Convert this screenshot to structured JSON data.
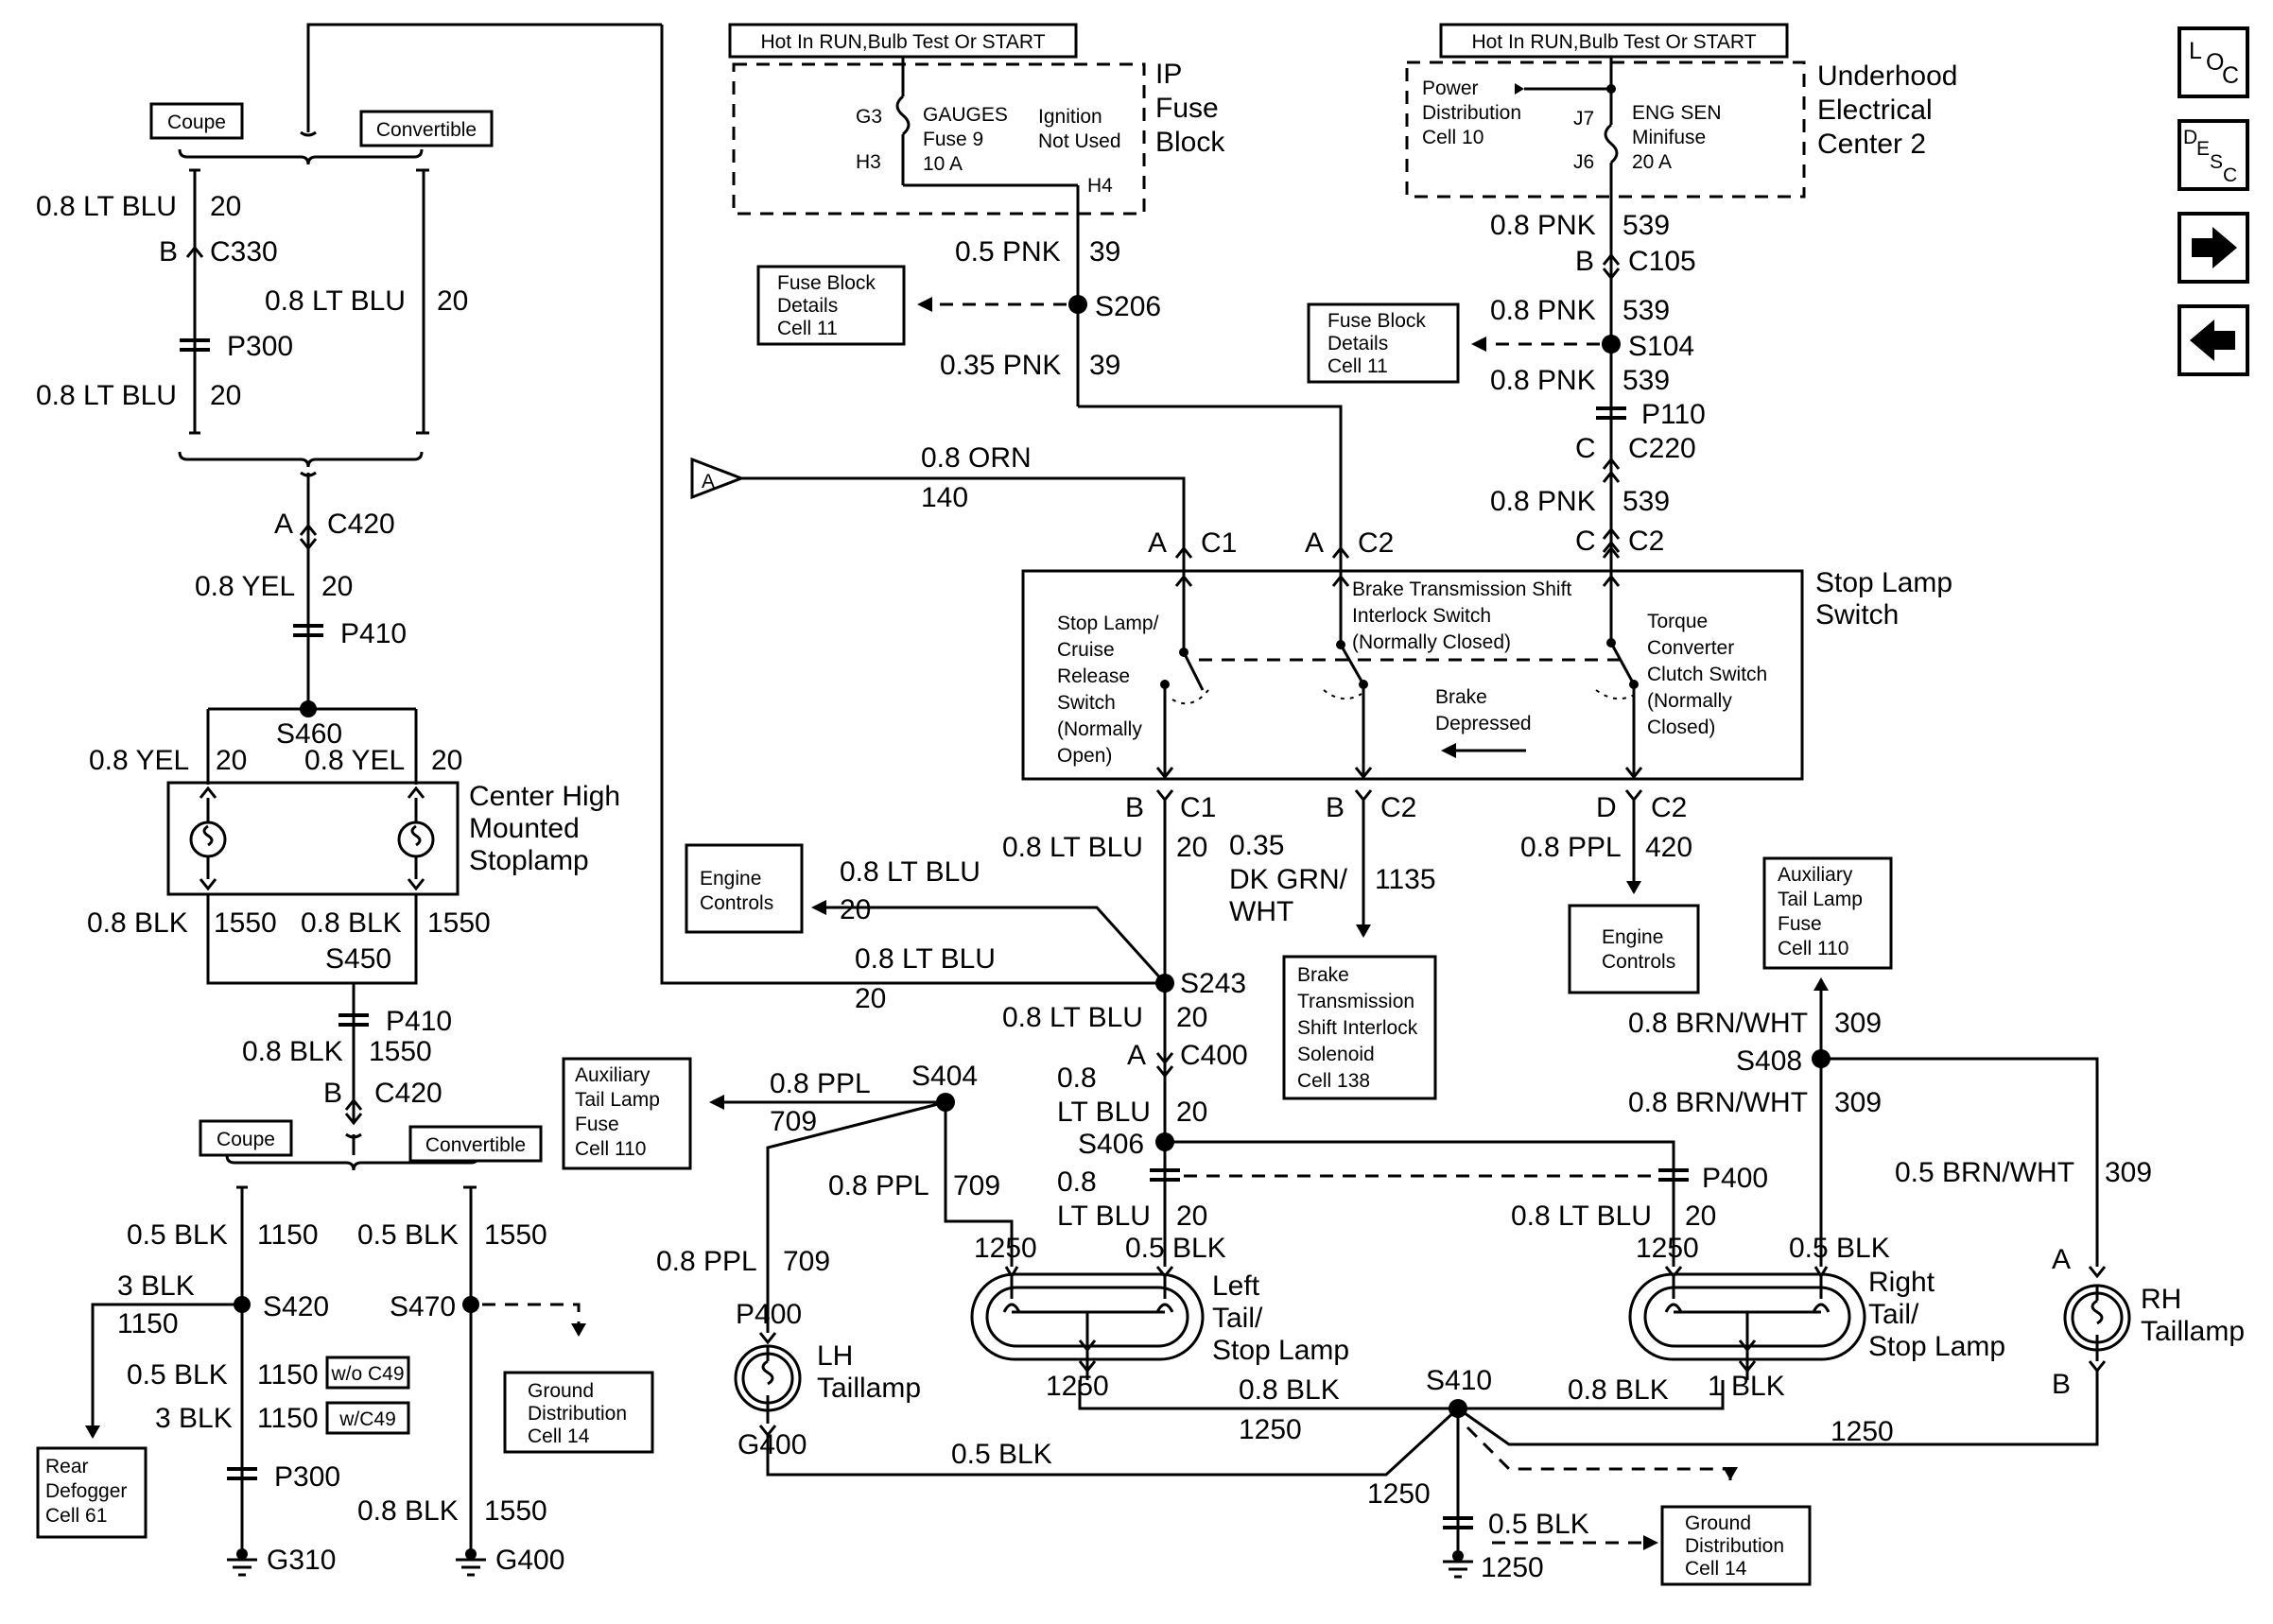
{
  "hot_run_left": "Hot In RUN,Bulb Test Or START",
  "hot_run_right": "Hot In RUN,Bulb Test Or START",
  "ip_fuse_block": [
    "IP",
    "Fuse",
    "Block"
  ],
  "underhood": [
    "Underhood",
    "Electrical",
    "Center 2"
  ],
  "gauges_fuse": {
    "pin_in": "G3",
    "pin_out": "H3",
    "lines": [
      "GAUGES",
      "Fuse 9",
      "10 A"
    ]
  },
  "ignition_not_used": [
    "Ignition",
    "Not Used"
  ],
  "h4": "H4",
  "power_dist": [
    "Power",
    "Distribution",
    "Cell 10"
  ],
  "eng_sen": {
    "pin_in": "J7",
    "pin_out": "J6",
    "lines": [
      "ENG SEN",
      "Minifuse",
      "20 A"
    ]
  },
  "nav_buttons": {
    "loc": "LOC",
    "desc": "DESC",
    "next": "➡",
    "prev": "⬅"
  },
  "refs": {
    "fb_left": [
      "Fuse Block",
      "Details",
      "Cell 11"
    ],
    "fb_right": [
      "Fuse Block",
      "Details",
      "Cell 11"
    ],
    "engine_left": [
      "Engine",
      "Controls"
    ],
    "engine_right": [
      "Engine",
      "Controls"
    ],
    "aux_tail_left": [
      "Auxiliary",
      "Tail Lamp",
      "Fuse",
      "Cell 110"
    ],
    "aux_tail_right": [
      "Auxiliary",
      "Tail Lamp",
      "Fuse",
      "Cell 110"
    ],
    "brake_solenoid": [
      "Brake",
      "Transmission",
      "Shift Interlock",
      "Solenoid",
      "Cell 138"
    ],
    "ground_dist_left": [
      "Ground",
      "Distribution",
      "Cell 14"
    ],
    "ground_dist_right": [
      "Ground",
      "Distribution",
      "Cell 14"
    ],
    "rear_defogger": [
      "Rear",
      "Defogger",
      "Cell 61"
    ]
  },
  "tags": {
    "coupe_top": "Coupe",
    "convertible_top": "Convertible",
    "coupe_bot": "Coupe",
    "convertible_bot": "Convertible",
    "wo_c49": "w/o C49",
    "w_c49": "w/C49"
  },
  "stop_lamp_switch": {
    "title": [
      "Stop Lamp",
      "Switch"
    ],
    "sw1": [
      "Stop Lamp/",
      "Cruise",
      "Release",
      "Switch",
      "(Normally",
      "Open)"
    ],
    "sw2": [
      "Brake Transmission Shift",
      "Interlock Switch",
      "(Normally Closed)"
    ],
    "sw3": [
      "Torque",
      "Converter",
      "Clutch Switch",
      "(Normally",
      "Closed)"
    ],
    "brake_depressed": [
      "Brake",
      "Depressed"
    ]
  },
  "chmsl": [
    "Center High",
    "Mounted",
    "Stoplamp"
  ],
  "lamps": {
    "left_tail": [
      "Left",
      "Tail/",
      "Stop Lamp"
    ],
    "right_tail": [
      "Right",
      "Tail/",
      "Stop Lamp"
    ],
    "lh_taillamp": [
      "LH",
      "Taillamp"
    ],
    "rh_taillamp": [
      "RH",
      "Taillamp"
    ]
  },
  "labels": [
    {
      "t": "0.8 LT BLU",
      "c": "20"
    },
    {
      "t": "B",
      "c": "C330"
    },
    {
      "t": "P300"
    },
    {
      "t": "0.8 LT BLU",
      "c": "20"
    },
    {
      "t": "0.8 LT BLU",
      "c": "20"
    },
    {
      "t": "A",
      "c": "C420"
    },
    {
      "t": "0.8 YEL",
      "c": "20"
    },
    {
      "t": "P410"
    },
    {
      "t": "S460"
    },
    {
      "t": "0.8 YEL",
      "c": "20"
    },
    {
      "t": "0.8 YEL",
      "c": "20"
    },
    {
      "t": "0.8 BLK",
      "c": "1550"
    },
    {
      "t": "0.8 BLK",
      "c": "1550"
    },
    {
      "t": "S450"
    },
    {
      "t": "P410"
    },
    {
      "t": "0.8 BLK",
      "c": "1550"
    },
    {
      "t": "B",
      "c": "C420"
    },
    {
      "t": "0.5 BLK",
      "c": "1150"
    },
    {
      "t": "0.5 BLK",
      "c": "1550"
    },
    {
      "t": "3 BLK"
    },
    {
      "t": "1150"
    },
    {
      "t": "S420"
    },
    {
      "t": "S470"
    },
    {
      "t": "0.5 BLK",
      "c": "1150"
    },
    {
      "t": "3 BLK",
      "c": "1150"
    },
    {
      "t": "P300"
    },
    {
      "t": "0.8 BLK",
      "c": "1550"
    },
    {
      "t": "G310"
    },
    {
      "t": "G400"
    },
    {
      "t": "0.5 PNK",
      "c": "39"
    },
    {
      "t": "S206"
    },
    {
      "t": "0.35 PNK",
      "c": "39"
    },
    {
      "t": "0.8 PNK",
      "c": "539"
    },
    {
      "t": "B",
      "c": "C105"
    },
    {
      "t": "0.8 PNK",
      "c": "539"
    },
    {
      "t": "S104"
    },
    {
      "t": "0.8 PNK",
      "c": "539"
    },
    {
      "t": "P110"
    },
    {
      "t": "C",
      "c": "C220"
    },
    {
      "t": "0.8 PNK",
      "c": "539"
    },
    {
      "t": "C",
      "c": "C2"
    },
    {
      "t": "0.8 ORN"
    },
    {
      "t": "140"
    },
    {
      "t": "A",
      "c": "C1"
    },
    {
      "t": "A",
      "c": "C2"
    },
    {
      "t": "B",
      "c": "C1"
    },
    {
      "t": "B",
      "c": "C2"
    },
    {
      "t": "D",
      "c": "C2"
    },
    {
      "t": "0.8 LT BLU",
      "c": "20"
    },
    {
      "t": "0.35"
    },
    {
      "t": "DK GRN/",
      "c": "1135"
    },
    {
      "t": "WHT"
    },
    {
      "t": "0.8 PPL",
      "c": "420"
    },
    {
      "t": "0.8 LT BLU"
    },
    {
      "t": "20"
    },
    {
      "t": "0.8 LT BLU"
    },
    {
      "t": "20"
    },
    {
      "t": "S243"
    },
    {
      "t": "0.8 LT BLU",
      "c": "20"
    },
    {
      "t": "A",
      "c": "C400"
    },
    {
      "t": "0.8"
    },
    {
      "t": "LT BLU",
      "c": "20"
    },
    {
      "t": "S406"
    },
    {
      "t": "0.8"
    },
    {
      "t": "LT BLU",
      "c": "20"
    },
    {
      "t": "P400"
    },
    {
      "t": "0.8 LT BLU",
      "c": "20"
    },
    {
      "t": "0.8 PPL"
    },
    {
      "t": "709"
    },
    {
      "t": "S404"
    },
    {
      "t": "0.8 PPL",
      "c": "709"
    },
    {
      "t": "0.8 PPL",
      "c": "709"
    },
    {
      "t": "0.8 BRN/WHT",
      "c": "309"
    },
    {
      "t": "S408"
    },
    {
      "t": "0.8 BRN/WHT",
      "c": "309"
    },
    {
      "t": "0.5 BRN/WHT",
      "c": "309"
    },
    {
      "t": "0.8 BLK"
    },
    {
      "t": "1250"
    },
    {
      "t": "S410"
    },
    {
      "t": "0.8 BLK"
    },
    {
      "t": "1250"
    },
    {
      "t": "0.5 BLK"
    },
    {
      "t": "1250"
    },
    {
      "t": "0.5 BLK"
    },
    {
      "t": "1250"
    },
    {
      "t": "1 BLK",
      "c": "1250"
    },
    {
      "t": "P400"
    },
    {
      "t": "G400"
    },
    {
      "t": "A"
    },
    {
      "t": "B"
    },
    {
      "t": "A"
    },
    {
      "t": "B"
    },
    {
      "t": "G"
    },
    {
      "t": "G"
    },
    {
      "t": "A"
    },
    {
      "t": "B"
    },
    {
      "t": "A"
    },
    {
      "t": "B"
    }
  ]
}
